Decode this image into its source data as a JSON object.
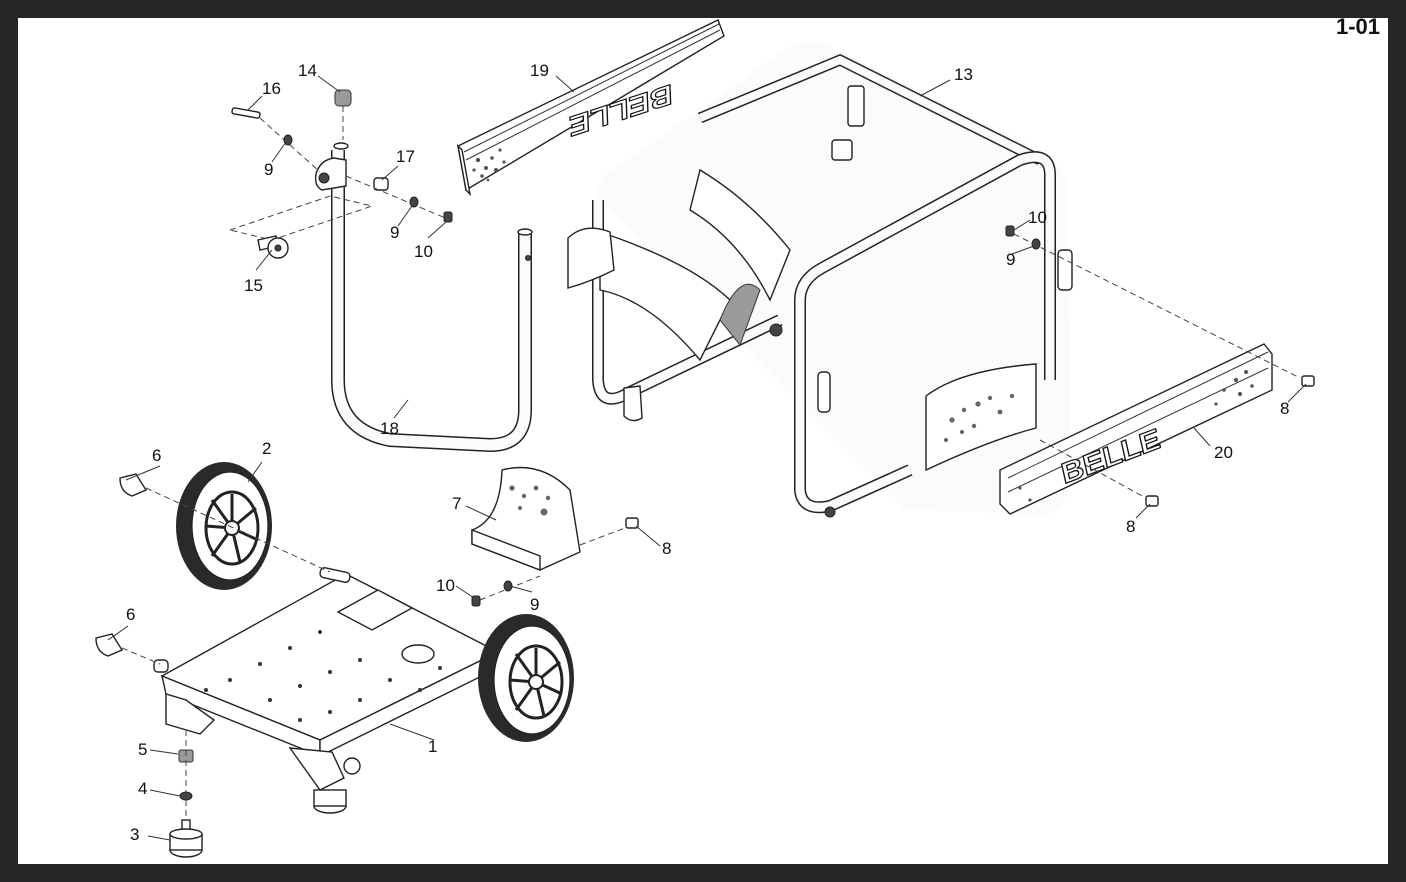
{
  "page": {
    "sheet_number": "1-01"
  },
  "parts": [
    {
      "id": "1",
      "label": "1"
    },
    {
      "id": "2",
      "label": "2"
    },
    {
      "id": "3",
      "label": "3"
    },
    {
      "id": "4",
      "label": "4"
    },
    {
      "id": "5",
      "label": "5"
    },
    {
      "id": "6a",
      "label": "6"
    },
    {
      "id": "6b",
      "label": "6"
    },
    {
      "id": "7",
      "label": "7"
    },
    {
      "id": "8a",
      "label": "8"
    },
    {
      "id": "8b",
      "label": "8"
    },
    {
      "id": "8c",
      "label": "8"
    },
    {
      "id": "9a",
      "label": "9"
    },
    {
      "id": "9b",
      "label": "9"
    },
    {
      "id": "9c",
      "label": "9"
    },
    {
      "id": "9d",
      "label": "9"
    },
    {
      "id": "10a",
      "label": "10"
    },
    {
      "id": "10b",
      "label": "10"
    },
    {
      "id": "10c",
      "label": "10"
    },
    {
      "id": "13",
      "label": "13"
    },
    {
      "id": "14",
      "label": "14"
    },
    {
      "id": "15",
      "label": "15"
    },
    {
      "id": "16",
      "label": "16"
    },
    {
      "id": "17",
      "label": "17"
    },
    {
      "id": "18",
      "label": "18"
    },
    {
      "id": "19",
      "label": "19"
    },
    {
      "id": "20",
      "label": "20"
    }
  ],
  "brand": {
    "top_rail": "BELLE",
    "side_rail": "BELLE"
  }
}
